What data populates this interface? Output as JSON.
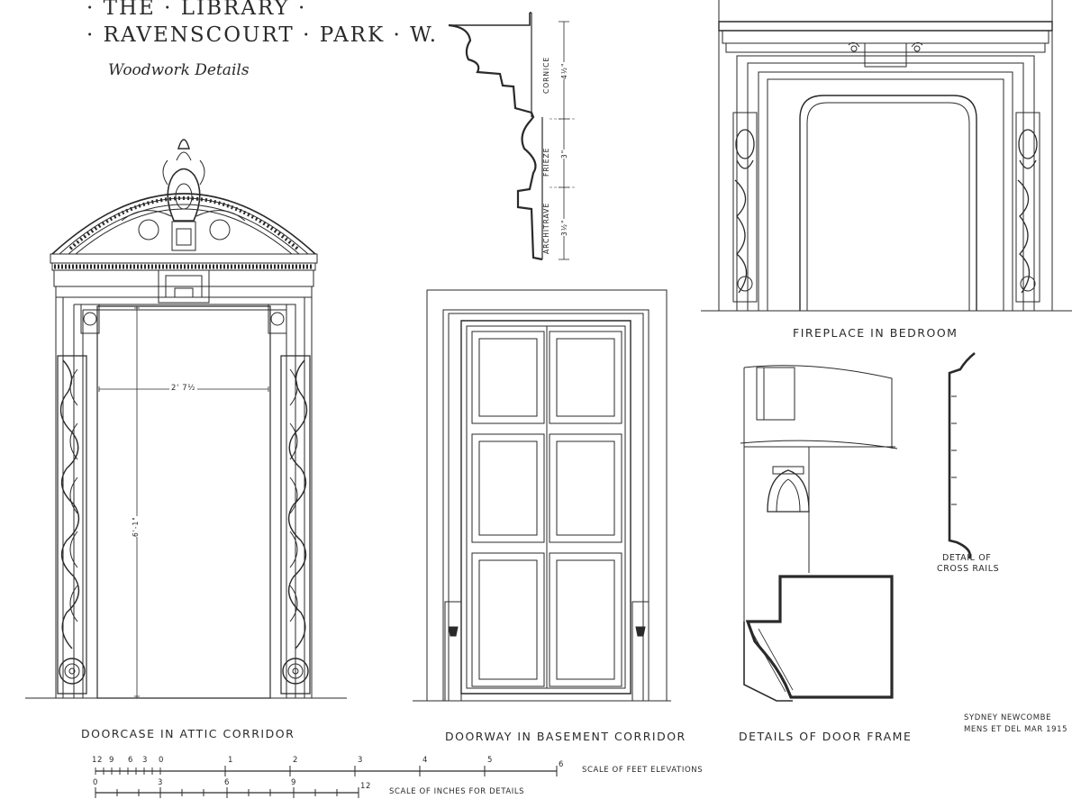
{
  "title": {
    "line1": "· THE · LIBRARY ·",
    "line2": "· RAVENSCOURT · PARK · W.",
    "subtitle": "Woodwork Details"
  },
  "captions": {
    "doorcase": "DOORCASE IN ATTIC CORRIDOR",
    "doorway": "DOORWAY IN BASEMENT CORRIDOR",
    "doorframe": "DETAILS OF DOOR FRAME",
    "fireplace": "FIREPLACE IN BEDROOM",
    "crossrails_1": "DETAIL OF",
    "crossrails_2": "CROSS RAILS"
  },
  "dimensions": {
    "door_width": "2' 7½",
    "door_height": "6'-1\"",
    "cornice": "CORNICE",
    "cornice_val": "4½\"",
    "frieze": "FRIEZE",
    "frieze_val": "3\"",
    "architrave": "ARCHITRAVE",
    "architrave_val": "3½\""
  },
  "signature": {
    "line1": "SYDNEY NEWCOMBE",
    "line2": "MENS ET DEL MAR 1915"
  },
  "scales": {
    "feet_label": "SCALE OF FEET ELEVATIONS",
    "feet_ticks": [
      "12",
      "9",
      "6",
      "3",
      "0",
      "1",
      "2",
      "3",
      "4",
      "5",
      "6"
    ],
    "inches_label": "SCALE OF INCHES FOR DETAILS",
    "inches_ticks": [
      "0",
      "3",
      "6",
      "9",
      "12"
    ]
  }
}
